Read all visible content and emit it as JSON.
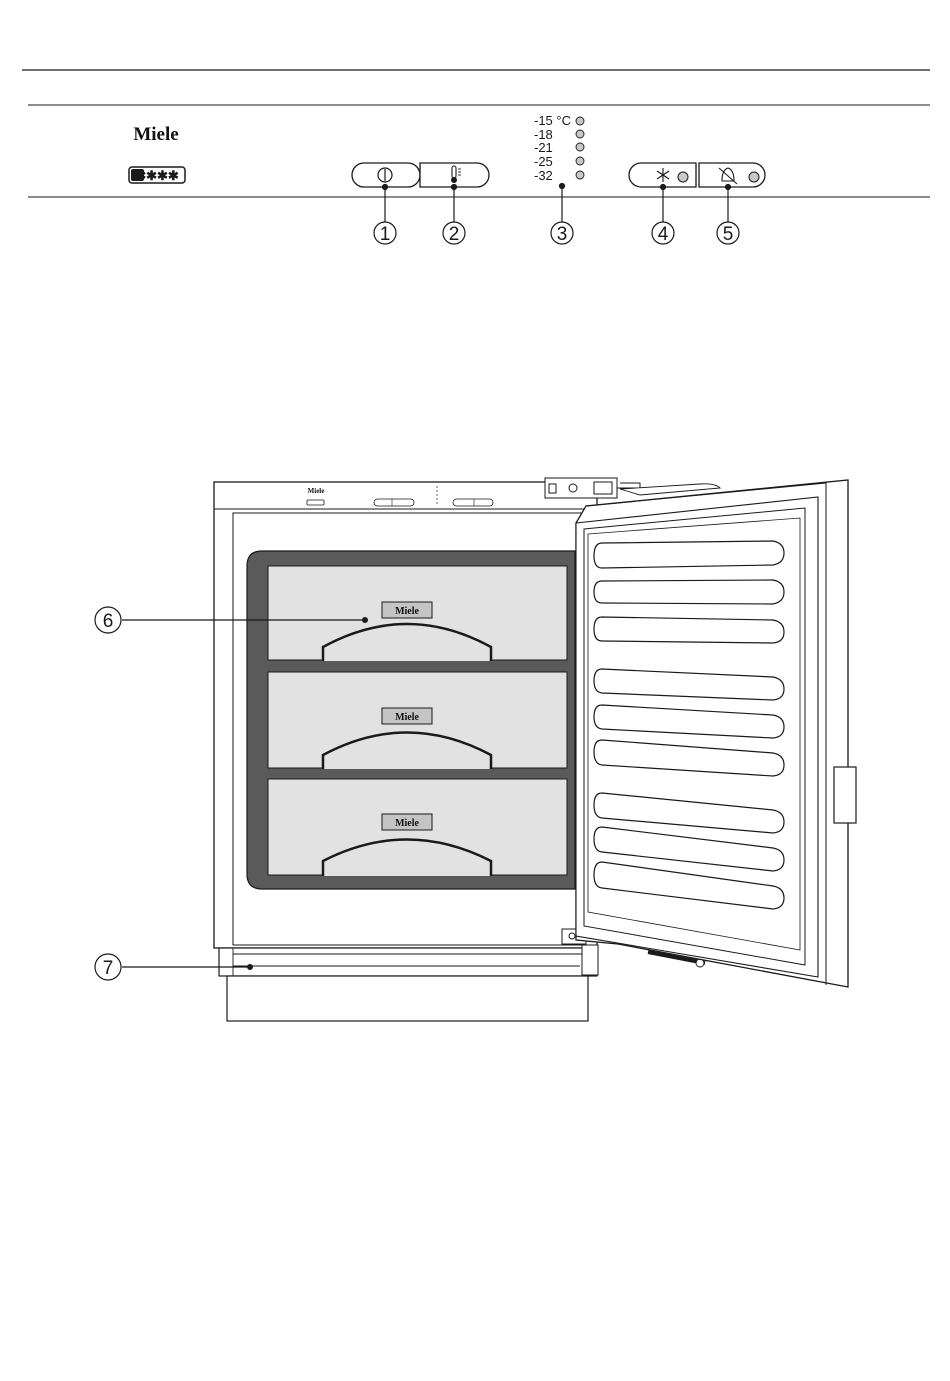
{
  "control_panel": {
    "brand": "Miele",
    "star_rating": "✱✱✱✱",
    "temperatures": [
      "-15 °C",
      "-18",
      "-21",
      "-25",
      "-32"
    ]
  },
  "callouts": [
    "1",
    "2",
    "3",
    "4",
    "5",
    "6",
    "7"
  ],
  "appliance": {
    "drawer_brand": "Miele",
    "panel_brand": "Miele"
  },
  "icons": {
    "button_1": "power-icon",
    "button_2": "thermometer-icon",
    "button_4": "snowflake-icon",
    "button_5": "alarm-off-icon"
  },
  "colors": {
    "line": "#1a1a1a",
    "drawer_fill": "#e2e2e2",
    "drawer_frame": "#5a5a5a",
    "led": "#c8c8c8"
  }
}
